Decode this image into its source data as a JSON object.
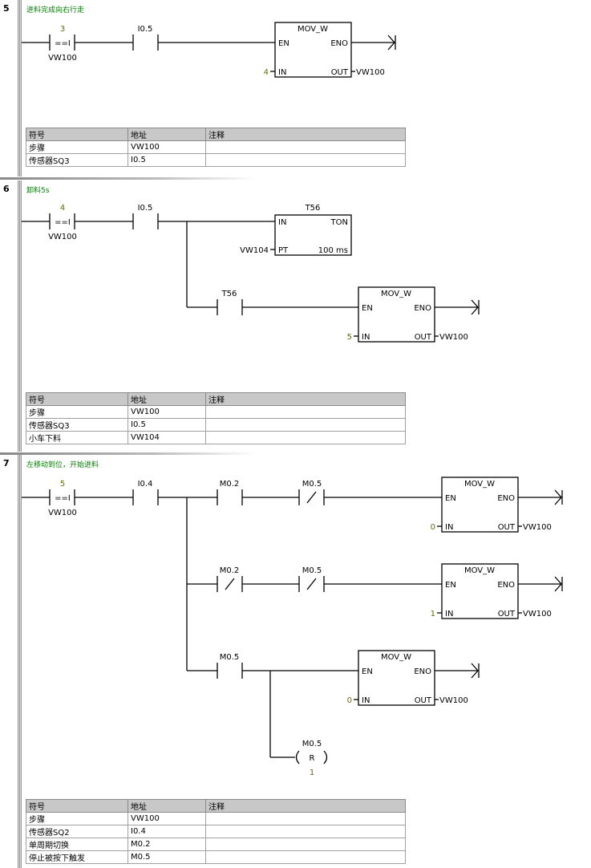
{
  "networks": [
    {
      "number": "5",
      "comment": "进料完成向右行走",
      "compare": {
        "value": "3",
        "op": "==I",
        "operand": "VW100"
      },
      "contacts": [
        "I0.5"
      ],
      "box": {
        "title": "MOV_W",
        "en": "EN",
        "eno": "ENO",
        "in_label": "IN",
        "out_label": "OUT",
        "in_value": "4",
        "out_value": "VW100"
      },
      "table": {
        "headers": [
          "符号",
          "地址",
          "注释"
        ],
        "rows": [
          [
            "步骤",
            "VW100",
            ""
          ],
          [
            "传感器SQ3",
            "I0.5",
            ""
          ]
        ]
      }
    },
    {
      "number": "6",
      "comment": "卸料5s",
      "compare": {
        "value": "4",
        "op": "==I",
        "operand": "VW100"
      },
      "contacts": [
        "I0.5",
        "T56"
      ],
      "timer": {
        "name": "T56",
        "in_label": "IN",
        "type": "TON",
        "pt_label": "PT",
        "pt_value": "VW104",
        "base": "100 ms"
      },
      "box": {
        "title": "MOV_W",
        "en": "EN",
        "eno": "ENO",
        "in_label": "IN",
        "out_label": "OUT",
        "in_value": "5",
        "out_value": "VW100"
      },
      "table": {
        "headers": [
          "符号",
          "地址",
          "注释"
        ],
        "rows": [
          [
            "步骤",
            "VW100",
            ""
          ],
          [
            "传感器SQ3",
            "I0.5",
            ""
          ],
          [
            "小车下料",
            "VW104",
            ""
          ]
        ]
      }
    },
    {
      "number": "7",
      "comment": "左移动到位，开始进料",
      "compare": {
        "value": "5",
        "op": "==I",
        "operand": "VW100"
      },
      "contacts": [
        "I0.4",
        "M0.2",
        "M0.5",
        "M0.2",
        "M0.5",
        "M0.5"
      ],
      "not_symbol": "/",
      "boxes": [
        {
          "title": "MOV_W",
          "en": "EN",
          "eno": "ENO",
          "in_label": "IN",
          "out_label": "OUT",
          "in_value": "0",
          "out_value": "VW100"
        },
        {
          "title": "MOV_W",
          "en": "EN",
          "eno": "ENO",
          "in_label": "IN",
          "out_label": "OUT",
          "in_value": "1",
          "out_value": "VW100"
        },
        {
          "title": "MOV_W",
          "en": "EN",
          "eno": "ENO",
          "in_label": "IN",
          "out_label": "OUT",
          "in_value": "0",
          "out_value": "VW100"
        }
      ],
      "coil": {
        "name": "M0.5",
        "type": "R",
        "count": "1"
      },
      "table": {
        "headers": [
          "符号",
          "地址",
          "注释"
        ],
        "rows": [
          [
            "步骤",
            "VW100",
            ""
          ],
          [
            "传感器SQ2",
            "I0.4",
            ""
          ],
          [
            "单周期切换",
            "M0.2",
            ""
          ],
          [
            "停止被按下触发",
            "M0.5",
            ""
          ]
        ]
      }
    }
  ]
}
